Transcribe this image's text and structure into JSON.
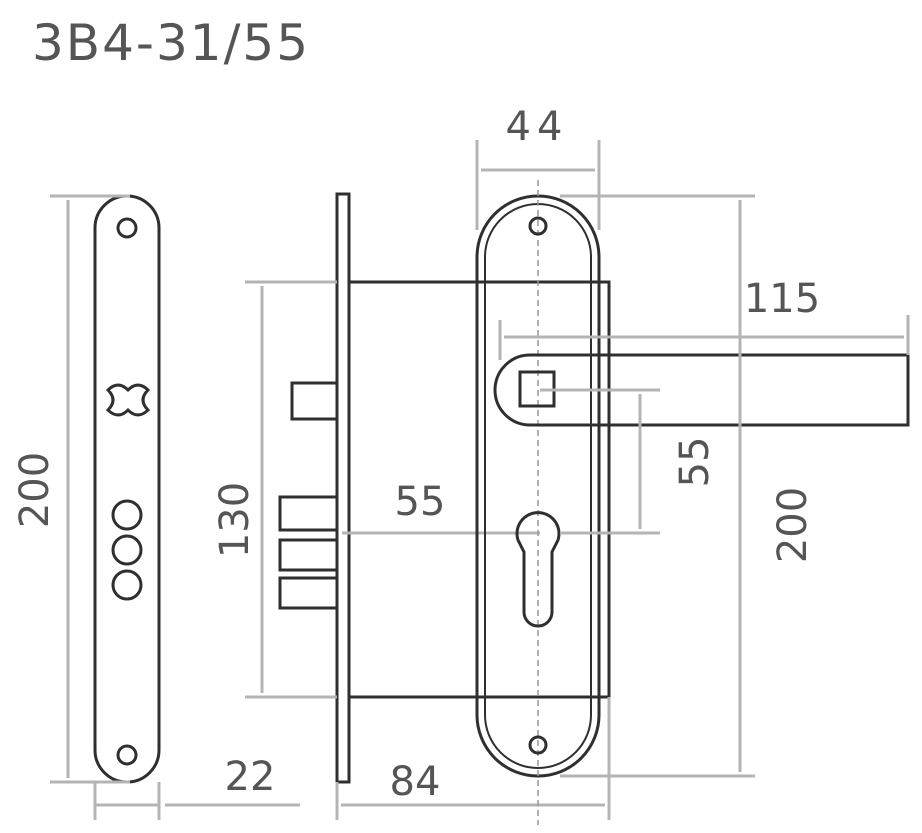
{
  "title": "3B4-31/55",
  "dimensions": {
    "faceplate_height": "200",
    "faceplate_width": "22",
    "lock_body_height": "130",
    "backset": "55",
    "lock_body_depth": "84",
    "escutcheon_width": "44",
    "handle_length": "115",
    "handle_to_cylinder": "55",
    "escutcheon_height": "200"
  },
  "colors": {
    "outline": "#2f2f2f",
    "dimension": "#b4b4b4",
    "text": "#555555"
  }
}
